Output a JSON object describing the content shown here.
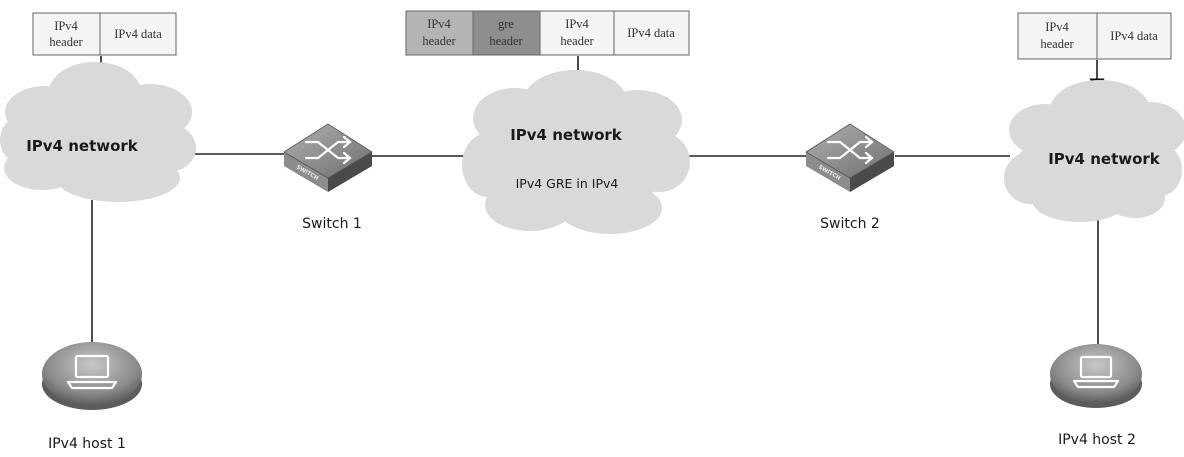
{
  "packets": {
    "left": [
      {
        "line1": "IPv4",
        "line2": "header",
        "fill": "#f4f4f4"
      },
      {
        "line1": "IPv4 data",
        "line2": "",
        "fill": "#f4f4f4"
      }
    ],
    "middle": [
      {
        "line1": "IPv4",
        "line2": "header",
        "fill": "#b4b4b4"
      },
      {
        "line1": "gre",
        "line2": "header",
        "fill": "#8e8e8e"
      },
      {
        "line1": "IPv4",
        "line2": "header",
        "fill": "#f4f4f4"
      },
      {
        "line1": "IPv4 data",
        "line2": "",
        "fill": "#f4f4f4"
      }
    ],
    "right": [
      {
        "line1": "IPv4",
        "line2": "header",
        "fill": "#f4f4f4"
      },
      {
        "line1": "IPv4 data",
        "line2": "",
        "fill": "#f4f4f4"
      }
    ]
  },
  "clouds": {
    "left": {
      "title": "IPv4 network",
      "subtitle": ""
    },
    "middle": {
      "title": "IPv4 network",
      "subtitle": "IPv4 GRE in IPv4"
    },
    "right": {
      "title": "IPv4 network",
      "subtitle": ""
    }
  },
  "switches": {
    "one": {
      "label": "Switch 1",
      "badge": "SWITCH"
    },
    "two": {
      "label": "Switch 2",
      "badge": "SWITCH"
    }
  },
  "hosts": {
    "one": {
      "label": "IPv4 host 1"
    },
    "two": {
      "label": "IPv4 host 2"
    }
  },
  "colors": {
    "cloud": "#d9d9d9",
    "switch_top": "#8c8c8c",
    "switch_side": "#4a4a4a",
    "host_disc": "#8a8a8a"
  }
}
